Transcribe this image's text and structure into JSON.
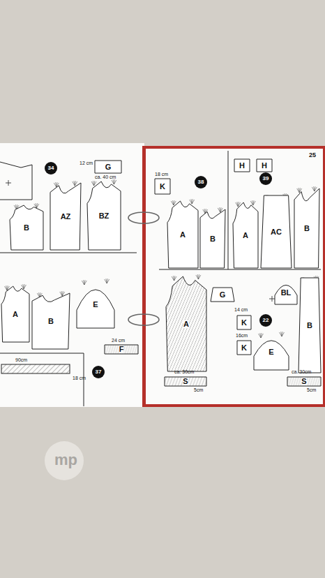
{
  "diagram": {
    "nodes": [
      {
        "text": [
          "34"
        ]
      },
      {
        "text": [
          "G"
        ]
      },
      {
        "text": [
          "B"
        ]
      },
      {
        "text": [
          "AZ"
        ]
      },
      {
        "text": [
          "BZ"
        ]
      },
      {
        "text": [
          "A"
        ]
      },
      {
        "text": [
          "B"
        ]
      },
      {
        "text": [
          "E"
        ]
      },
      {
        "text": [
          "F"
        ]
      },
      {
        "text": [
          "37"
        ]
      },
      {
        "text": [
          "K"
        ]
      },
      {
        "text": [
          "38"
        ]
      },
      {
        "text": [
          "A"
        ]
      },
      {
        "text": [
          "B"
        ]
      },
      {
        "text": [
          "H"
        ]
      },
      {
        "text": [
          "H"
        ]
      },
      {
        "text": [
          "39"
        ]
      },
      {
        "text": [
          "A"
        ]
      },
      {
        "text": [
          "AC"
        ]
      },
      {
        "text": [
          "B"
        ]
      },
      {
        "text": [
          "A"
        ]
      },
      {
        "text": [
          "G"
        ]
      },
      {
        "text": [
          "K"
        ]
      },
      {
        "text": [
          "K"
        ]
      },
      {
        "text": [
          "22"
        ]
      },
      {
        "text": [
          "BL"
        ]
      },
      {
        "text": [
          "E"
        ]
      },
      {
        "text": [
          "B"
        ]
      },
      {
        "text": [
          "S"
        ]
      },
      {
        "text": [
          "S"
        ]
      }
    ],
    "labels": [
      "25",
      "12 cm",
      "ca. 40 cm",
      "90cm",
      "18 cm",
      "24 cm",
      "18 cm",
      "14 cm",
      "16cm",
      "ca. 30cm",
      "5cm",
      "ca. 30cm",
      "5cm",
      "mp"
    ]
  }
}
